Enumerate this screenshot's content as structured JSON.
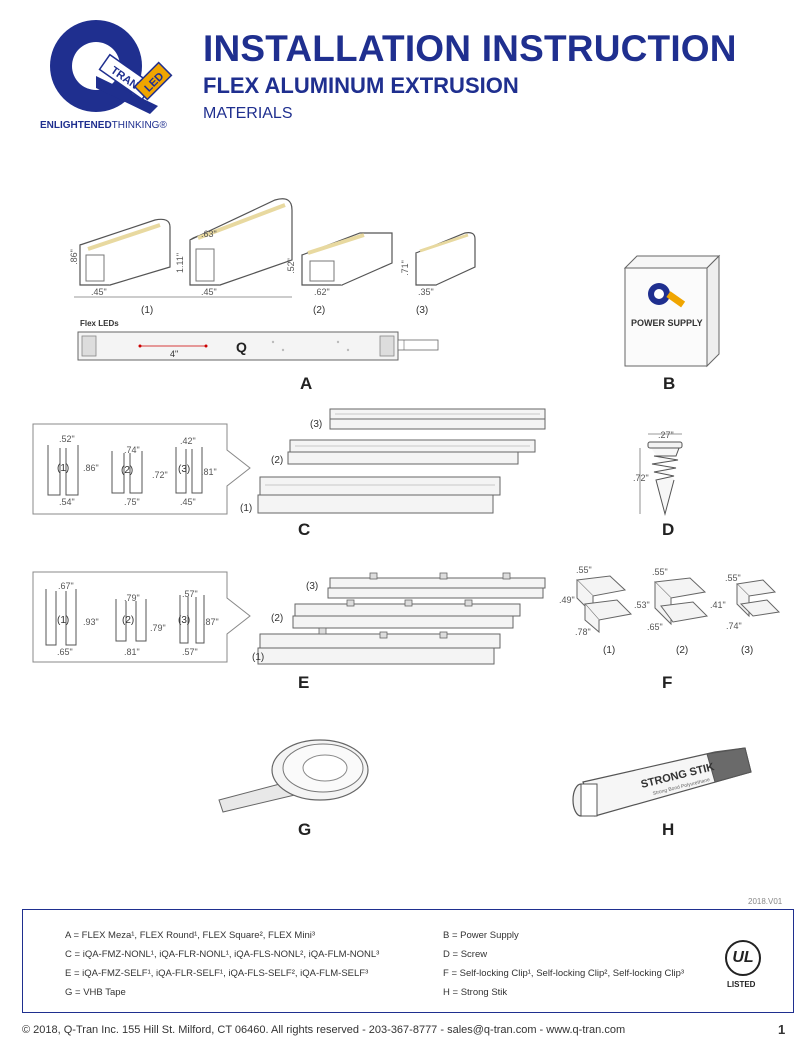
{
  "header": {
    "title": "INSTALLATION INSTRUCTION",
    "subtitle": "FLEX ALUMINUM EXTRUSION",
    "section": "MATERIALS",
    "logo_brand": "Q",
    "logo_tran": "TRAN",
    "logo_led": "LED",
    "logo_tagline_bold": "ENLIGHTENED",
    "logo_tagline_rest": "THINKING®"
  },
  "figure_a": {
    "label": "A",
    "flex_leds_label": "Flex LEDs",
    "strip_spacing": "4\"",
    "profile_1a": {
      "height": ".86\"",
      "width": ".45\""
    },
    "profile_1b": {
      "top": ".63\"",
      "height": "1.11\"",
      "width": ".45\""
    },
    "profile_2": {
      "height": ".52\"",
      "width": ".62\""
    },
    "profile_3": {
      "height": ".71\"",
      "width": ".35\""
    },
    "group_labels": [
      "(1)",
      "(2)",
      "(3)"
    ]
  },
  "figure_b": {
    "label": "B",
    "box_text": "POWER SUPPLY"
  },
  "figure_c": {
    "label": "C",
    "profiles": [
      {
        "num": "(1)",
        "top": ".52\"",
        "height": ".86\"",
        "bottom": ".54\""
      },
      {
        "num": "(2)",
        "top": ".74\"",
        "height": ".72\"",
        "bottom": ".75\""
      },
      {
        "num": "(3)",
        "top": ".42\"",
        "height": ".81\"",
        "bottom": ".45\""
      }
    ],
    "extrusion_labels": [
      "(3)",
      "(2)",
      "(1)"
    ]
  },
  "figure_d": {
    "label": "D",
    "width": ".27\"",
    "height": ".72\""
  },
  "figure_e": {
    "label": "E",
    "profiles": [
      {
        "num": "(1)",
        "top": ".67\"",
        "height": ".93\"",
        "bottom": ".65\""
      },
      {
        "num": "(2)",
        "top": ".79\"",
        "height": ".79\"",
        "bottom": ".81\""
      },
      {
        "num": "(3)",
        "top": ".57\"",
        "height": ".87\"",
        "bottom": ".57\""
      }
    ],
    "extrusion_labels": [
      "(3)",
      "(2)",
      "(1)"
    ]
  },
  "figure_f": {
    "label": "F",
    "clips": [
      {
        "num": "(1)",
        "top": ".55\"",
        "side": ".49\"",
        "bottom": ".78\""
      },
      {
        "num": "(2)",
        "top": ".55\"",
        "side": ".53\"",
        "bottom": ".65\""
      },
      {
        "num": "(3)",
        "top": ".55\"",
        "side": ".41\"",
        "bottom": ".74\""
      }
    ]
  },
  "figure_g": {
    "label": "G"
  },
  "figure_h": {
    "label": "H",
    "tube_brand": "STRONG STIK",
    "tube_sub": "Strong Bond Polyurethane"
  },
  "version": "2018.V01",
  "legend": {
    "left": [
      {
        "key": "A =",
        "text": "FLEX Meza¹,  FLEX Round¹,  FLEX Square², FLEX Mini³"
      },
      {
        "key": "C =",
        "text": "iQA-FMZ-NONL¹, iQA-FLR-NONL¹, iQA-FLS-NONL², iQA-FLM-NONL³"
      },
      {
        "key": "E =",
        "text": "iQA-FMZ-SELF¹, iQA-FLR-SELF¹, iQA-FLS-SELF², iQA-FLM-SELF³"
      },
      {
        "key": "G =",
        "text": "VHB Tape"
      }
    ],
    "right": [
      {
        "key": "B =",
        "text": "Power Supply"
      },
      {
        "key": "D =",
        "text": "Screw"
      },
      {
        "key": "F =",
        "text": "Self-locking Clip¹, Self-locking Clip², Self-locking Clip³"
      },
      {
        "key": "H =",
        "text": "Strong Stik"
      }
    ],
    "ul_mark": "UL",
    "ul_listed": "LISTED"
  },
  "footer": {
    "text": "© 2018, Q-Tran Inc.  155 Hill St. Milford, CT 06460. All rights reserved - 203-367-8777  -  sales@q-tran.com  -  www.q-tran.com",
    "page": "1"
  },
  "colors": {
    "brand_blue": "#1f2f8f",
    "led_orange": "#f0a500",
    "line_gray": "#777777"
  }
}
